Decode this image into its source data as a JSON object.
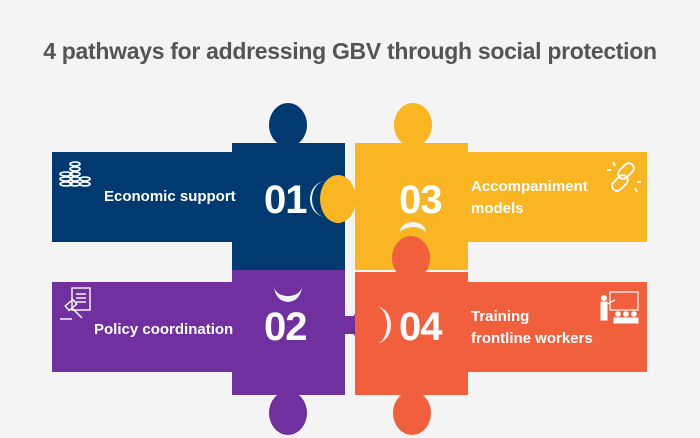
{
  "title": "4 pathways for addressing GBV through social protection",
  "pieces": [
    {
      "number": "01",
      "label": "Economic support",
      "icon": "coins-icon",
      "color": "#003a70"
    },
    {
      "number": "02",
      "label": "Policy coordination",
      "icon": "gavel-document-icon",
      "color": "#70309f"
    },
    {
      "number": "03",
      "label_line1": "Accompaniment",
      "label_line2": "models",
      "icon": "chain-link-icon",
      "color": "#f9b522"
    },
    {
      "number": "04",
      "label_line1": "Training",
      "label_line2": "frontline workers",
      "icon": "teacher-presentation-icon",
      "color": "#f15f3c"
    }
  ],
  "background": "#f4f4f4"
}
